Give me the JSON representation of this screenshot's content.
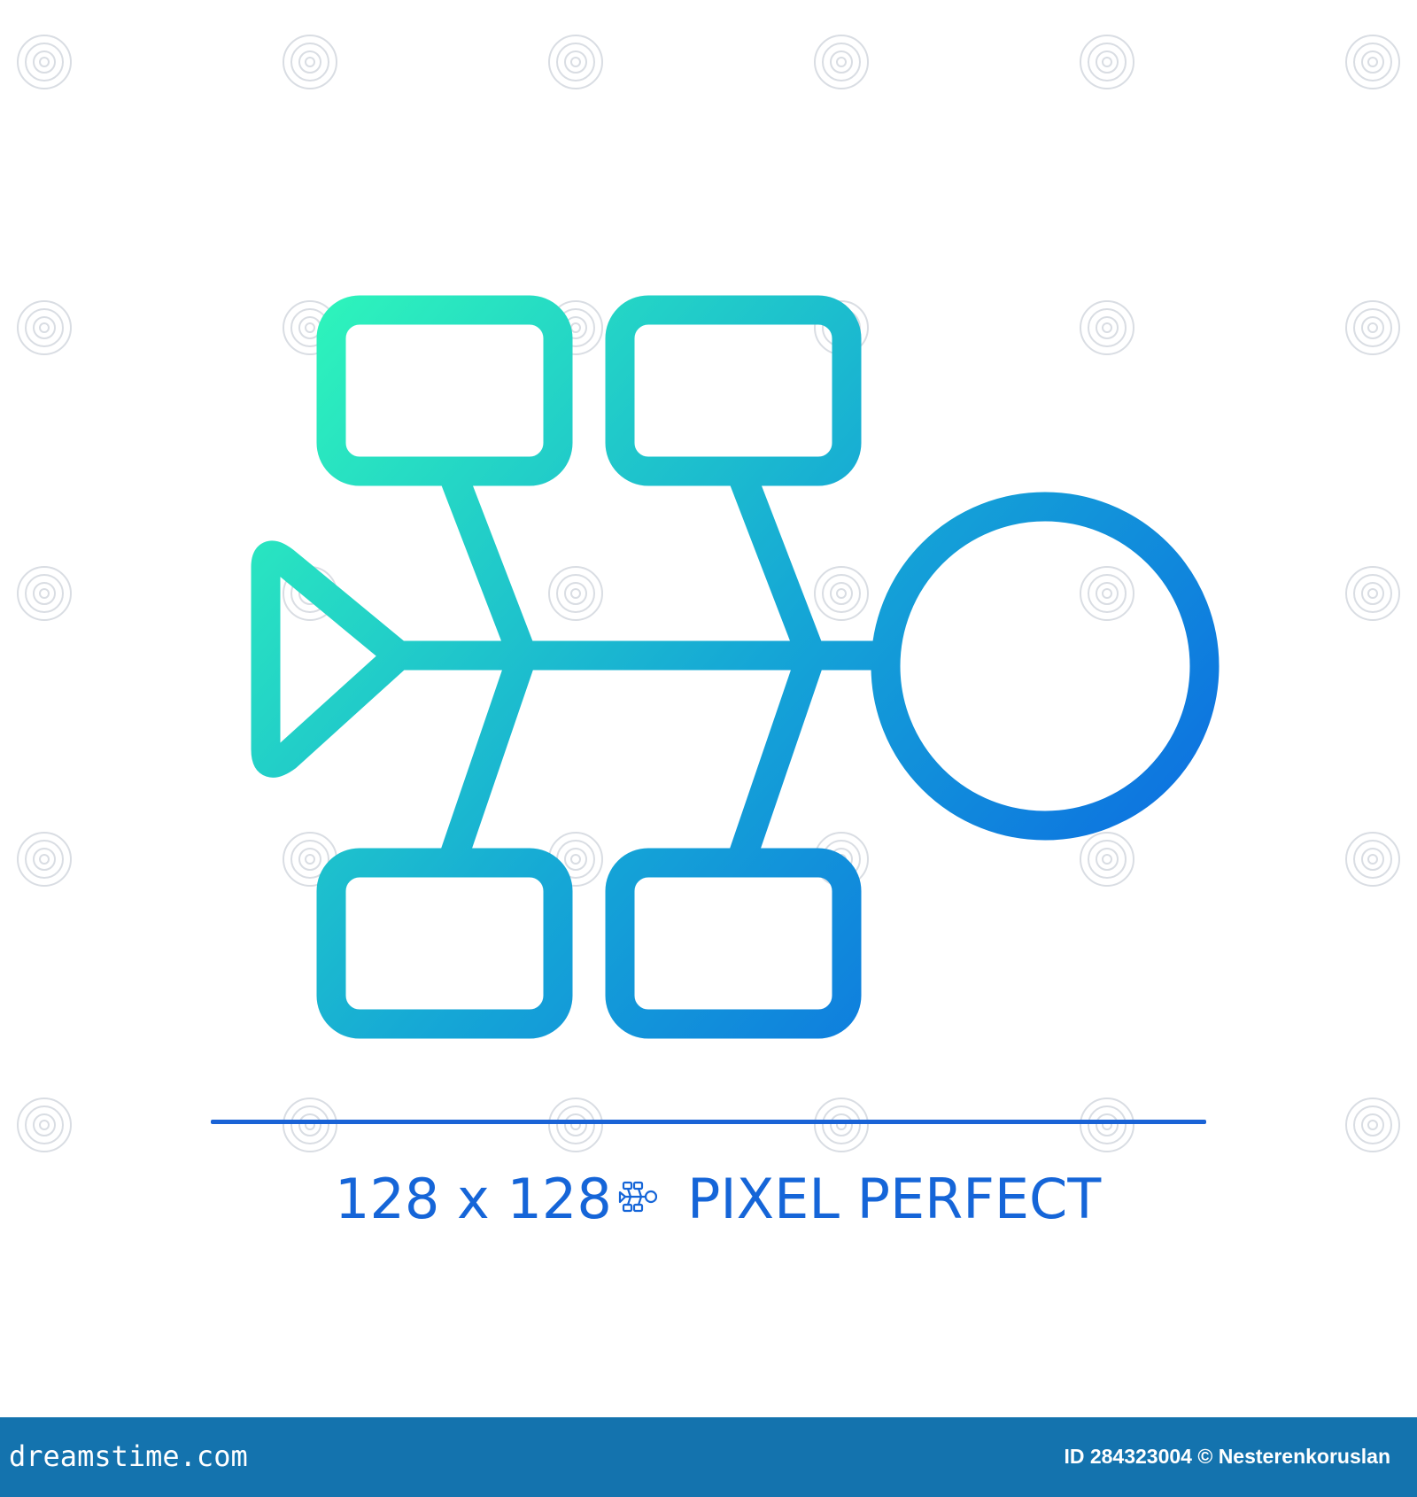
{
  "icon": {
    "name": "fishbone-diagram-icon",
    "gradient_start": "#2ef5bb",
    "gradient_mid": "#15a6d6",
    "gradient_end": "#0a60e4"
  },
  "colors": {
    "accent": "#1565d8",
    "divider": "#1a63d6",
    "footer_bg": "#1473ae",
    "footer_text": "#ffffff",
    "watermark": "#d9dde3"
  },
  "caption": {
    "size_text": "128 x 128",
    "tag_text": "PIXEL PERFECT"
  },
  "footer": {
    "brand": "dreamstime.com",
    "credit": "ID 284323004 © Nesterenkoruslan"
  }
}
